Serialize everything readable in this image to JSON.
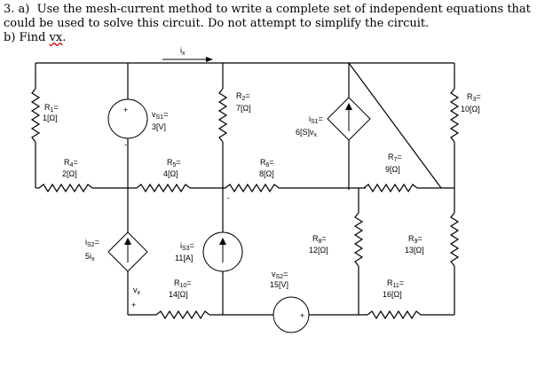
{
  "problem": {
    "part_a_label": "3. a)",
    "part_a_text": "Use the mesh-current method to write a complete set of independent equations that could be used to solve this circuit.  Do not attempt to simplify the circuit.",
    "part_b_label": "b) Find",
    "part_b_target": "vx",
    "part_b_end": "."
  },
  "circuit": {
    "current_ix": "i",
    "current_ix_sub": "x",
    "resistors": [
      {
        "name": "R",
        "sub": "1",
        "value": "1[Ω]"
      },
      {
        "name": "R",
        "sub": "2",
        "value": "7[Ω]"
      },
      {
        "name": "R",
        "sub": "3",
        "value": "10[Ω]"
      },
      {
        "name": "R",
        "sub": "4",
        "value": "2[Ω]"
      },
      {
        "name": "R",
        "sub": "5",
        "value": "4[Ω]"
      },
      {
        "name": "R",
        "sub": "6",
        "value": "8[Ω]"
      },
      {
        "name": "R",
        "sub": "7",
        "value": "9[Ω]"
      },
      {
        "name": "R",
        "sub": "8",
        "value": "12[Ω]"
      },
      {
        "name": "R",
        "sub": "9",
        "value": "13[Ω]"
      },
      {
        "name": "R",
        "sub": "10",
        "value": "14[Ω]"
      },
      {
        "name": "R",
        "sub": "11",
        "value": "16[Ω]"
      }
    ],
    "sources": {
      "vs1": {
        "name": "v",
        "sub": "S1",
        "value": "3[V]"
      },
      "is1": {
        "name": "i",
        "sub": "S1",
        "value": "6[S]v",
        "value_sub": "x"
      },
      "is2": {
        "name": "i",
        "sub": "S2",
        "value": "5i",
        "value_sub": "x"
      },
      "is3": {
        "name": "i",
        "sub": "S3",
        "value": "11[A]"
      },
      "vs2": {
        "name": "v",
        "sub": "S2",
        "value": "15[V]"
      }
    },
    "vx_label": "v",
    "vx_sub": "x",
    "plus": "+",
    "minus": "-"
  }
}
